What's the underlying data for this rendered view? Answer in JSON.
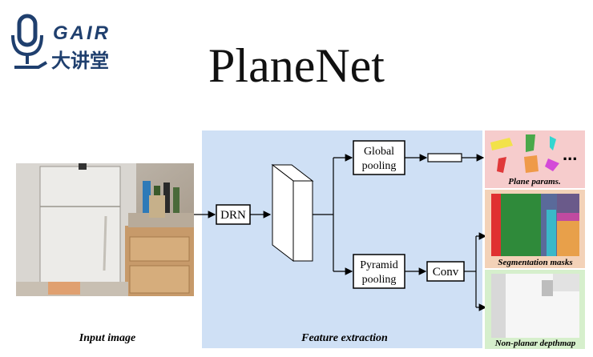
{
  "logo": {
    "brand": "GAIR",
    "subtitle": "大讲堂"
  },
  "title": "PlaneNet",
  "diagram": {
    "nodes": {
      "drn": "DRN",
      "global_pooling_line1": "Global",
      "global_pooling_line2": "pooling",
      "pyramid_pooling_line1": "Pyramid",
      "pyramid_pooling_line2": "pooling",
      "conv": "Conv",
      "ellipsis": "..."
    },
    "captions": {
      "input": "Input image",
      "feature": "Feature extraction",
      "plane_params": "Plane params.",
      "segmentation": "Segmentation masks",
      "depthmap": "Non-planar depthmap"
    },
    "colors": {
      "feature_bg": "#cfe0f5",
      "plane_params_bg": "#f6cccc",
      "segmentation_bg": "#f3d2b8",
      "depthmap_bg": "#d6efcc"
    }
  }
}
